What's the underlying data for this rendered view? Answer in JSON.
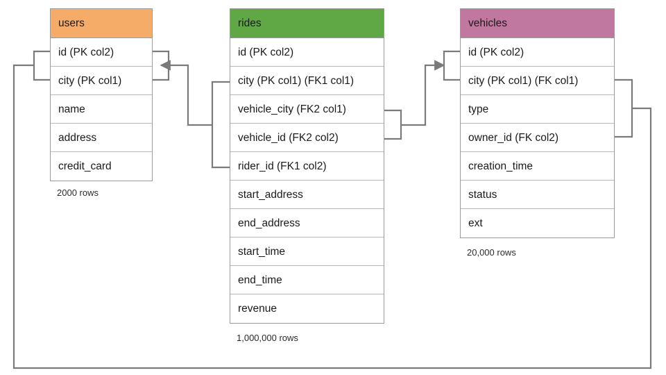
{
  "diagram": {
    "title": "database schema relationship diagram",
    "type": "er-diagram",
    "colors": {
      "users_header": "#F4AC68",
      "rides_header": "#60A845",
      "vehicles_header": "#C077A0",
      "border": "#9a9a9a",
      "row_border": "#b7b7b7",
      "wire": "#7a7a7a",
      "text": "#1a1a1a"
    }
  },
  "tables": [
    {
      "name": "users",
      "header_color": "#F4AC68",
      "row_count_label": "2000 rows",
      "columns": [
        {
          "label": "id (PK col2)"
        },
        {
          "label": "city (PK col1)"
        },
        {
          "label": "name"
        },
        {
          "label": "address"
        },
        {
          "label": "credit_card"
        }
      ]
    },
    {
      "name": "rides",
      "header_color": "#60A845",
      "row_count_label": "1,000,000 rows",
      "columns": [
        {
          "label": "id (PK col2)"
        },
        {
          "label": "city (PK col1) (FK1 col1)"
        },
        {
          "label": "vehicle_city (FK2 col1)"
        },
        {
          "label": "vehicle_id (FK2 col2)"
        },
        {
          "label": "rider_id (FK1 col2)"
        },
        {
          "label": "start_address"
        },
        {
          "label": "end_address"
        },
        {
          "label": "start_time"
        },
        {
          "label": "end_time"
        },
        {
          "label": "revenue"
        }
      ]
    },
    {
      "name": "vehicles",
      "header_color": "#C077A0",
      "row_count_label": "20,000 rows",
      "columns": [
        {
          "label": "id (PK col2)"
        },
        {
          "label": "city (PK col1) (FK col1)"
        },
        {
          "label": "type"
        },
        {
          "label": "owner_id (FK col2)"
        },
        {
          "label": "creation_time"
        },
        {
          "label": "status"
        },
        {
          "label": "ext"
        }
      ]
    }
  ],
  "relationships": [
    {
      "name": "rides-fk1-to-users",
      "from_table": "rides",
      "from_columns": [
        "city (PK col1) (FK1 col1)",
        "rider_id (FK1 col2)"
      ],
      "to_table": "users",
      "to_columns": [
        "id (PK col2)",
        "city (PK col1)"
      ],
      "arrow": "points-into-users"
    },
    {
      "name": "rides-fk2-to-vehicles",
      "from_table": "rides",
      "from_columns": [
        "vehicle_city (FK2 col1)",
        "vehicle_id (FK2 col2)"
      ],
      "to_table": "vehicles",
      "to_columns": [
        "id (PK col2)",
        "city (PK col1) (FK col1)"
      ],
      "arrow": "points-into-vehicles"
    },
    {
      "name": "vehicles-fk-to-users",
      "from_table": "vehicles",
      "from_columns": [
        "city (PK col1) (FK col1)",
        "owner_id (FK col2)"
      ],
      "to_table": "users",
      "to_columns": [
        "id (PK col2)",
        "city (PK col1)"
      ],
      "arrow": "points-into-users"
    }
  ]
}
